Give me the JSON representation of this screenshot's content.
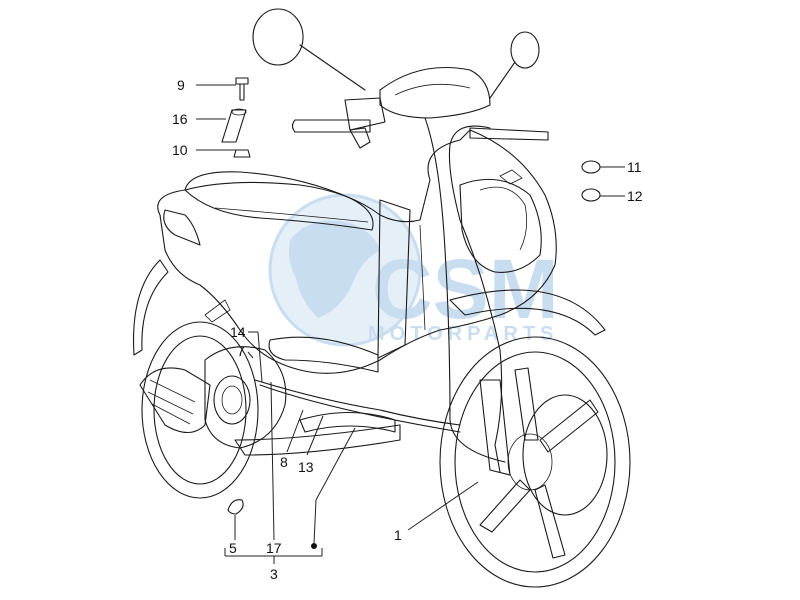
{
  "watermark": {
    "brand": "CSM",
    "tagline": "MOTORPARTS",
    "color": "#9ec3e6"
  },
  "callouts": {
    "n1": "1",
    "n3": "3",
    "n5": "5",
    "n7": "7",
    "n8": "8",
    "n9": "9",
    "n10": "10",
    "n11": "11",
    "n12": "12",
    "n13": "13",
    "n14": "14",
    "n16": "16",
    "n17": "17"
  },
  "colors": {
    "line": "#1a1a1a",
    "background": "#ffffff"
  }
}
